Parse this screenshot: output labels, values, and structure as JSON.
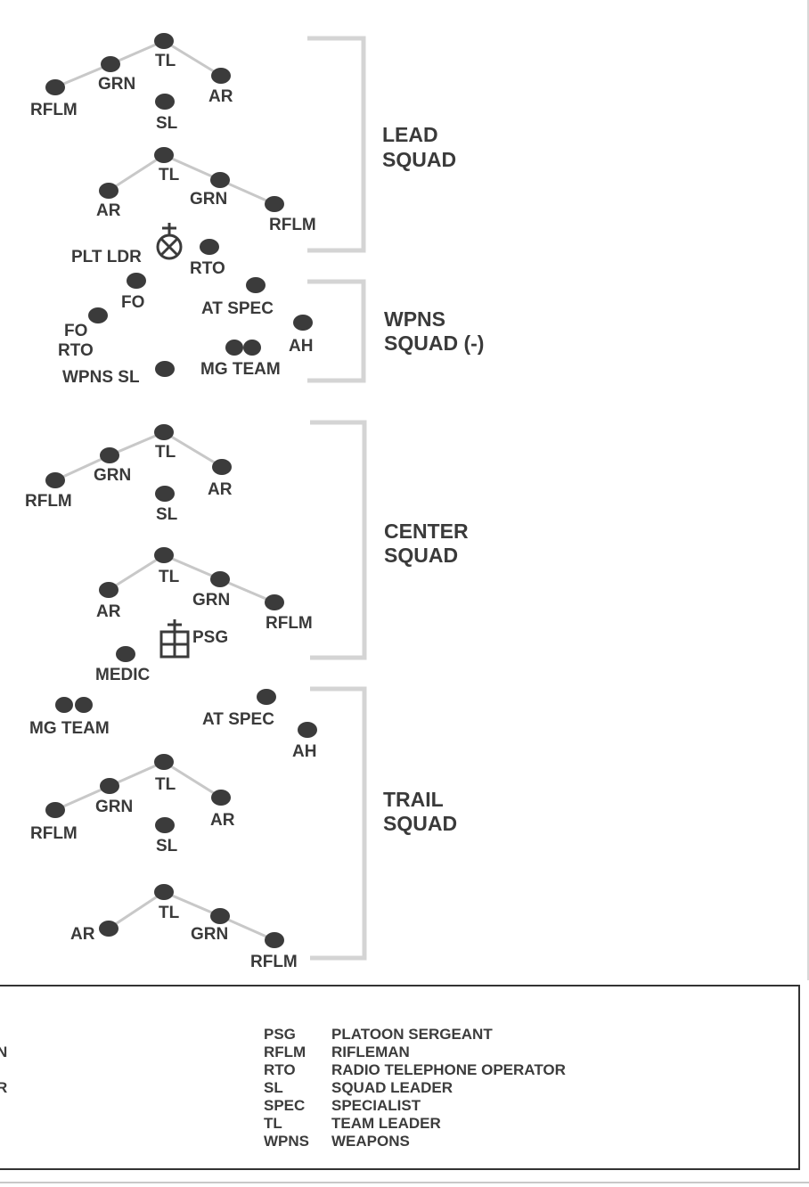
{
  "colors": {
    "node": "#3b3b3b",
    "text": "#3a3a3a",
    "link": "#c8c8c8",
    "bracket": "#d4d4d4"
  },
  "diagram": {
    "labels": {
      "l1": "TL",
      "l2": "GRN",
      "l3": "AR",
      "l4": "RFLM",
      "l5": "SL",
      "l6": "TL",
      "l7": "AR",
      "l8": "GRN",
      "l9": "RFLM",
      "l10": "PLT LDR",
      "l11": "RTO",
      "l12": "FO",
      "l13": "AT SPEC",
      "l14": "FO",
      "l15": "RTO",
      "l16": "AH",
      "l17": "MG TEAM",
      "l18": "WPNS SL",
      "l19": "TL",
      "l20": "GRN",
      "l21": "RFLM",
      "l22": "AR",
      "l23": "SL",
      "l24": "TL",
      "l25": "AR",
      "l26": "GRN",
      "l27": "RFLM",
      "l28": "PSG",
      "l29": "MEDIC",
      "l30": "MG TEAM",
      "l31": "AT SPEC",
      "l32": "AH",
      "l33": "TL",
      "l34": "GRN",
      "l35": "AR",
      "l36": "RFLM",
      "l37": "SL",
      "l38": "TL",
      "l39": "AR",
      "l40": "GRN",
      "l41": "RFLM"
    },
    "groups": {
      "lead": [
        "LEAD",
        "SQUAD"
      ],
      "wpns": [
        "WPNS",
        "SQUAD (-)"
      ],
      "center": [
        "CENTER",
        "SQUAD"
      ],
      "trail": [
        "TRAIL",
        "SQUAD"
      ]
    }
  },
  "legend": {
    "cutoff": [
      "N",
      "R"
    ],
    "entries": [
      {
        "abbr": "PSG",
        "meaning": "PLATOON SERGEANT"
      },
      {
        "abbr": "RFLM",
        "meaning": "RIFLEMAN"
      },
      {
        "abbr": "RTO",
        "meaning": "RADIO TELEPHONE OPERATOR"
      },
      {
        "abbr": "SL",
        "meaning": "SQUAD LEADER"
      },
      {
        "abbr": "SPEC",
        "meaning": "SPECIALIST"
      },
      {
        "abbr": "TL",
        "meaning": "TEAM LEADER"
      },
      {
        "abbr": "WPNS",
        "meaning": "WEAPONS"
      }
    ]
  }
}
